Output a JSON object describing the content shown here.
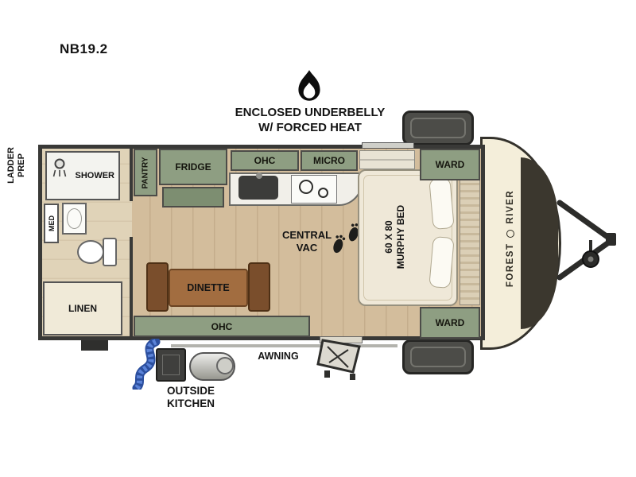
{
  "title": {
    "model": "NB19.2"
  },
  "annotations": {
    "underbelly_line1": "ENCLOSED UNDERBELLY",
    "underbelly_line2": "W/ FORCED HEAT",
    "ladder_line1": "LADDER",
    "ladder_line2": "PREP",
    "central_vac_line1": "CENTRAL",
    "central_vac_line2": "VAC",
    "awning": "AWNING",
    "outside_kitchen_line1": "OUTSIDE",
    "outside_kitchen_line2": "KITCHEN"
  },
  "brand": {
    "word1": "FOREST",
    "word2": "RIVER"
  },
  "fixtures": {
    "shower": "SHOWER",
    "med": "MED",
    "linen": "LINEN",
    "pantry": "PANTRY",
    "fridge": "FRIDGE",
    "ohc_top": "OHC",
    "micro": "MICRO",
    "ward_top": "WARD",
    "ward_bottom": "WARD",
    "dinette": "DINETTE",
    "ohc_bottom": "OHC",
    "bed_size": "60 X 80",
    "bed_name": "MURPHY BED"
  },
  "colors": {
    "cabinet_green": "#8e9e82",
    "cabinet_green_dark": "#7d8e71",
    "floor_wood": "#d3bd9c",
    "wall_dark": "#393937",
    "table_brown": "#a26d40",
    "bench_brown": "#7a4e2c",
    "hose_blue": "#3a62c0",
    "front_cap_cream": "#f4eeda",
    "front_window_dark": "#3b372e"
  }
}
